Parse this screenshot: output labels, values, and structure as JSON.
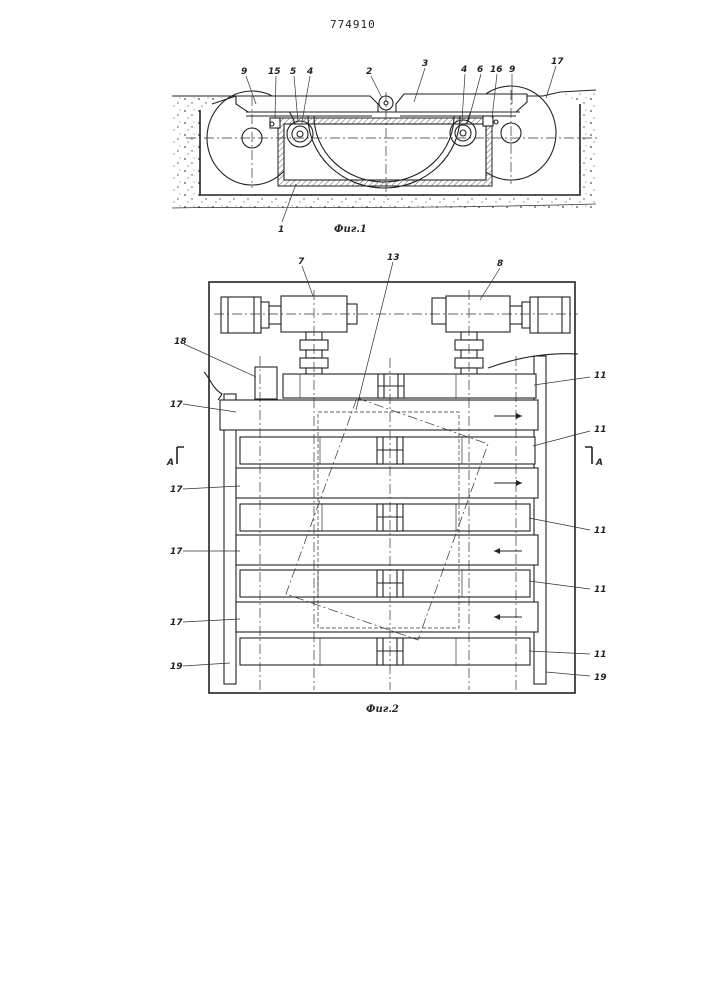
{
  "document": {
    "patent_number": "774910"
  },
  "figure1": {
    "caption": "Фиг.1",
    "labels": {
      "n9_left": "9",
      "n15": "15",
      "n5": "5",
      "n4_left": "4",
      "n2": "2",
      "n3": "3",
      "n4_right": "4",
      "n6": "6",
      "n16": "16",
      "n9_right": "9",
      "n17": "17",
      "n1": "1"
    }
  },
  "figure2": {
    "caption": "Фиг.2",
    "labels": {
      "n7": "7",
      "n13": "13",
      "n8": "8",
      "n18": "18",
      "n17_a": "17",
      "n17_b": "17",
      "n17_c": "17",
      "n17_d": "17",
      "n11_a": "11",
      "n11_b": "11",
      "n11_c": "11",
      "n11_d": "11",
      "n11_e": "11",
      "n19_left": "19",
      "n19_right": "19",
      "section_left": "A",
      "section_right": "A"
    }
  }
}
